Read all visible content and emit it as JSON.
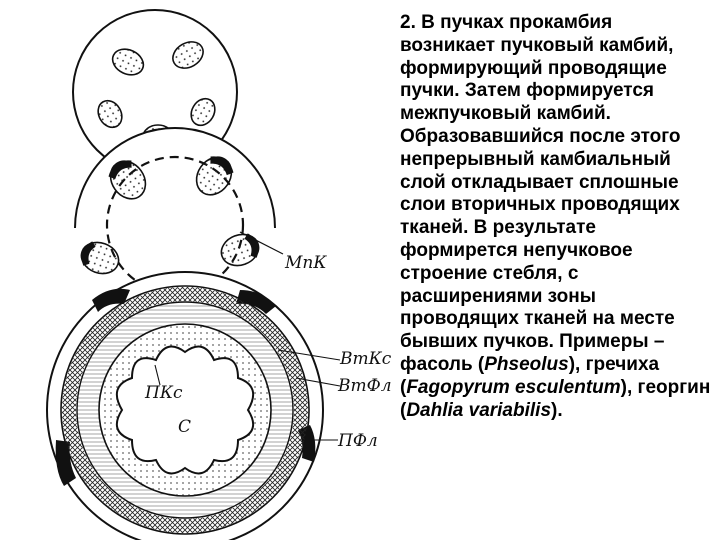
{
  "labels": {
    "mpk": "МпК",
    "vtks": "ВтКс",
    "vtfl": "ВтФл",
    "pks": "ПКс",
    "s": "С",
    "pfl": "ПФл"
  },
  "text": {
    "p1": "2. В пучках прокамбия возникает пучковый камбий, формирующий проводящие пучки. Затем формируется межпучковый камбий. Образовавшийся после этого непрерывный камбиальный слой откладывает сплошные слои вторичных проводящих тканей. В результате формирется непучковое строение стебля, с расширениями зоны проводящих тканей на месте бывших пучков. Примеры – фасоль (",
    "sp1": "Phseolus",
    "p2": "), гречиха (",
    "sp2": "Fagopyrum esculentum",
    "p3": "), георгин (",
    "sp3": "Dahlia variabilis",
    "p4": ")."
  },
  "colors": {
    "ink": "#111111",
    "background": "#ffffff"
  }
}
